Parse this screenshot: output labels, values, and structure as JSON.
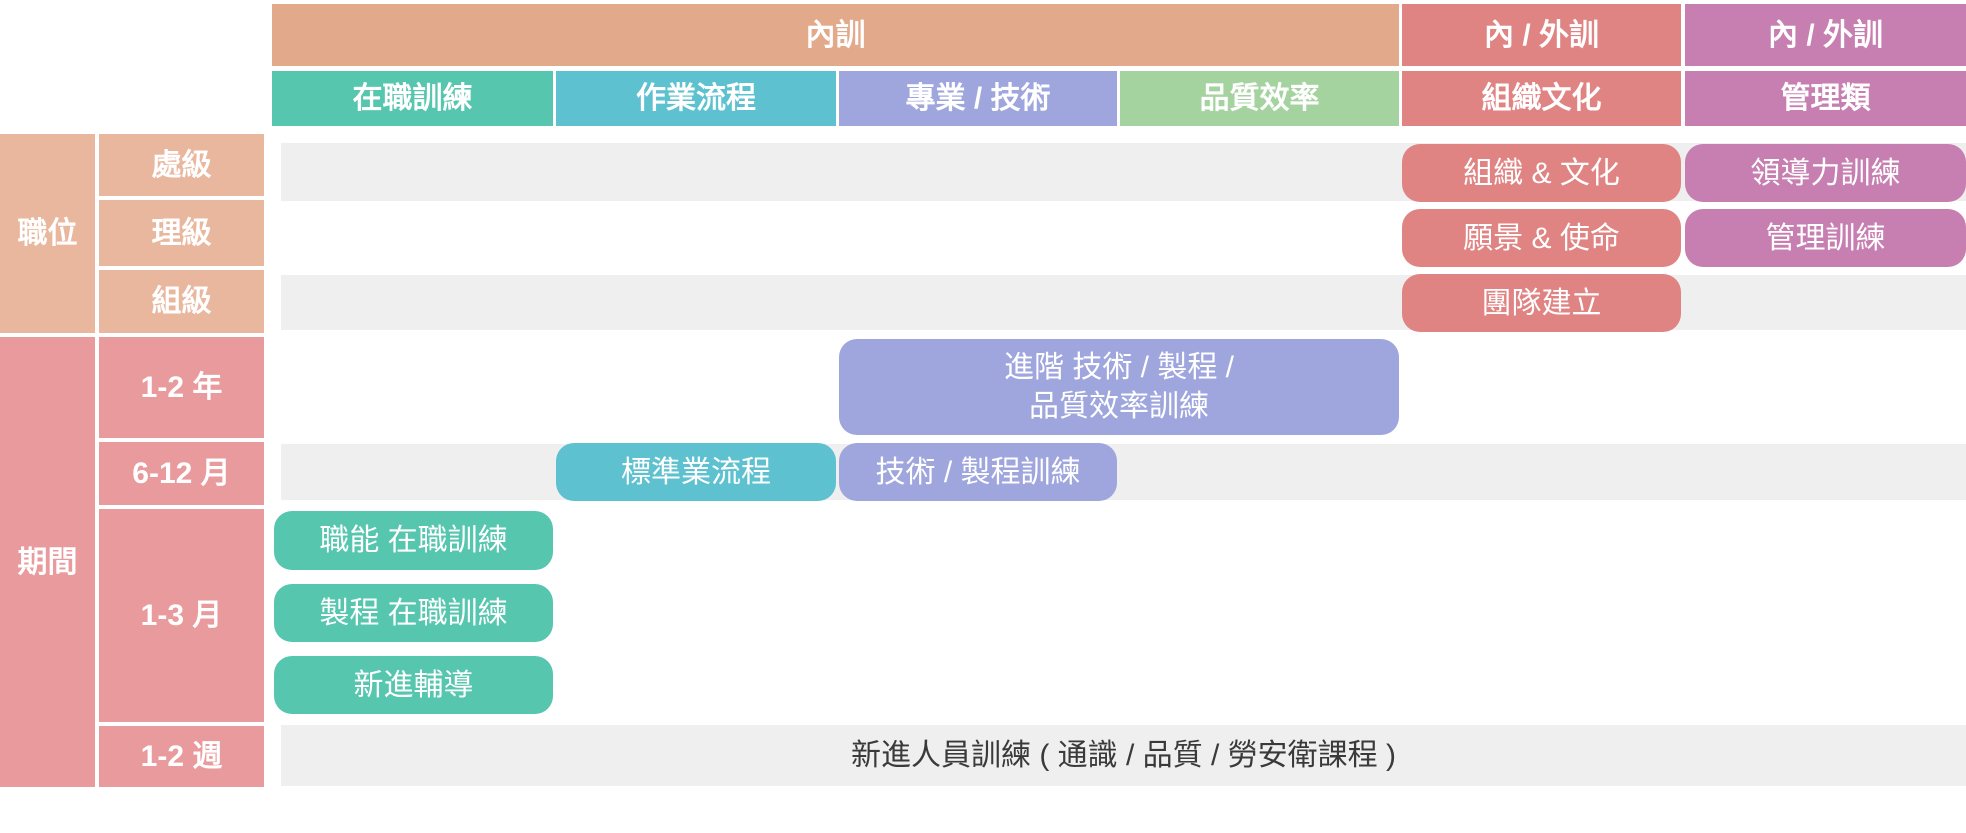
{
  "colors": {
    "header_internal": "#e2aa8b",
    "header_inout": "#e08383",
    "header_mgmt": "#c67fb0",
    "teal": "#56c6ae",
    "cyan": "#5ec1cf",
    "lavender": "#9fa6dd",
    "green": "#a5d3a0",
    "position_side": "#e9b79e",
    "period_side": "#e89a9c",
    "band_gray": "#efefef"
  },
  "top_headers": {
    "internal": "內訓",
    "inout_org": "內 / 外訓",
    "inout_mgmt": "內 / 外訓"
  },
  "categories": [
    "在職訓練",
    "作業流程",
    "專業 / 技術",
    "品質效率",
    "組織文化",
    "管理類"
  ],
  "position_group": {
    "label": "職位",
    "levels": [
      "處級",
      "理級",
      "組級"
    ]
  },
  "period_group": {
    "label": "期間",
    "levels": [
      "1-2 年",
      "6-12 月",
      "1-3 月",
      "1-2 週"
    ]
  },
  "courses": {
    "org_culture": "組織 & 文化",
    "leadership": "領導力訓練",
    "vision_mission": "願景 & 使命",
    "management": "管理訓練",
    "team_building": "團隊建立",
    "advanced_tech_line1": "進階 技術 / 製程 /",
    "advanced_tech_line2": "品質效率訓練",
    "standard_process": "標準業流程",
    "tech_process": "技術 / 製程訓練",
    "functional_ojt": "職能 在職訓練",
    "process_ojt": "製程 在職訓練",
    "new_hire_mentoring": "新進輔導",
    "new_hire_general": "新進人員訓練 ( 通識 / 品質 / 勞安衛課程 )"
  }
}
